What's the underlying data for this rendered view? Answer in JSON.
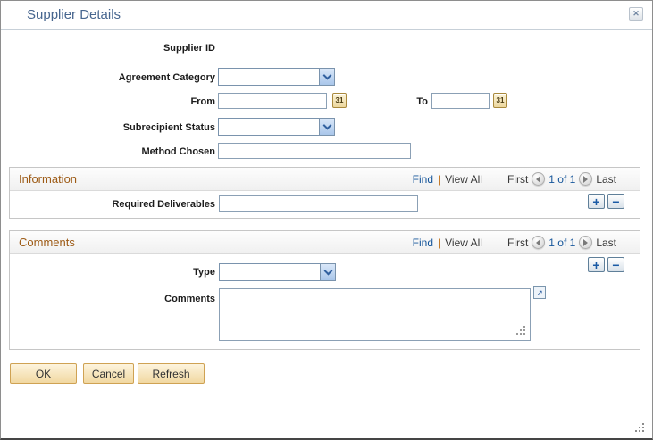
{
  "dialog": {
    "title": "Supplier Details"
  },
  "form": {
    "supplier_id_label": "Supplier ID",
    "agreement_category_label": "Agreement Category",
    "agreement_category_value": "",
    "from_label": "From",
    "from_value": "",
    "to_label": "To",
    "to_value": "",
    "subrecipient_status_label": "Subrecipient Status",
    "subrecipient_status_value": "",
    "method_chosen_label": "Method Chosen",
    "method_chosen_value": ""
  },
  "paging": {
    "find": "Find",
    "divider": "|",
    "view_all": "View All",
    "first": "First",
    "page": "1 of 1",
    "last": "Last"
  },
  "sections": {
    "information": {
      "title": "Information",
      "required_deliverables_label": "Required Deliverables",
      "required_deliverables_value": ""
    },
    "comments": {
      "title": "Comments",
      "type_label": "Type",
      "type_value": "",
      "comments_label": "Comments",
      "comments_value": ""
    }
  },
  "footer": {
    "ok": "OK",
    "cancel": "Cancel",
    "refresh": "Refresh"
  },
  "icons": {
    "calendar": "31",
    "close": "✕",
    "plus": "+",
    "minus": "−",
    "expand": "↗"
  },
  "colors": {
    "title": "#47668f",
    "section_title": "#9d5b16",
    "link": "#15559a",
    "divider": "#c0731f",
    "button_border": "#cfa253",
    "button_face": "#f1d8a1"
  }
}
